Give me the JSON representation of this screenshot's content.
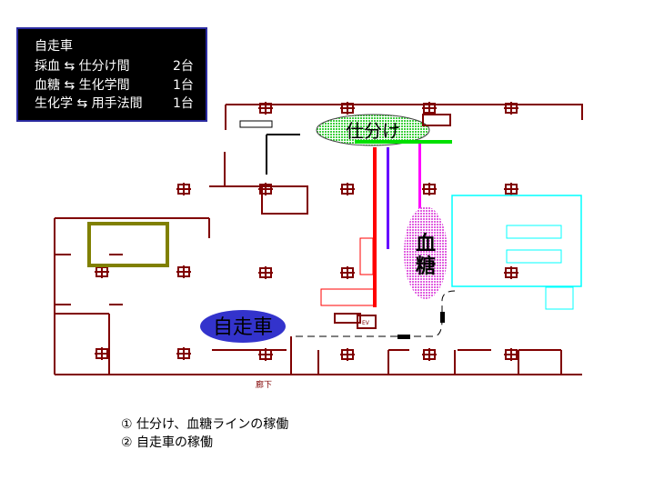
{
  "legend": {
    "title": "自走車",
    "rows": [
      {
        "route": "採血 ⇆ 仕分け間",
        "count": "2台"
      },
      {
        "route": "血糖 ⇆ 生化学間",
        "count": "1台"
      },
      {
        "route": "生化学 ⇆ 用手法間",
        "count": "1台"
      }
    ]
  },
  "plan": {
    "sorting_label": "仕分け",
    "glucose_label": "血糖",
    "robot_label": "自走車",
    "corridor_label": "廊下",
    "ev_label": "EV",
    "colors": {
      "wall": "#800000",
      "sorting": "#00e000",
      "glucose": "#ff00ff",
      "robot": "#3333cc",
      "red_line": "#ff0000",
      "purple_line": "#6600ff",
      "cyan": "#00ffff",
      "olive": "#808000"
    }
  },
  "notes": [
    "① 仕分け、血糖ラインの稼働",
    "② 自走車の稼働"
  ]
}
